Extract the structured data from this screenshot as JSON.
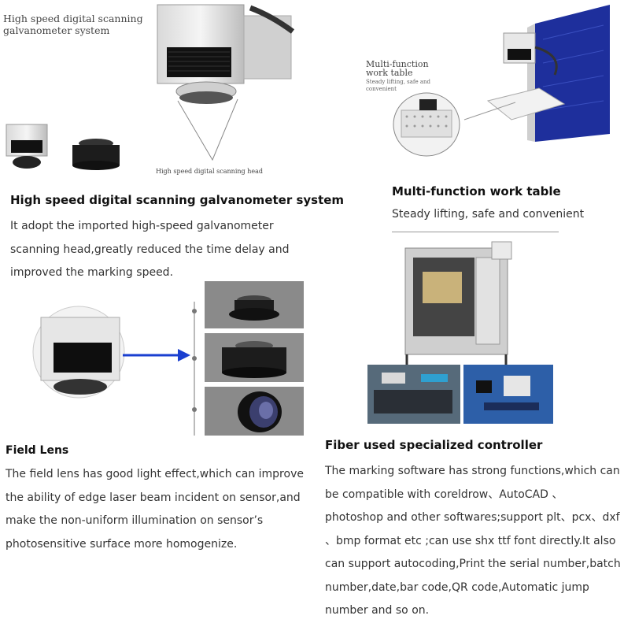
{
  "section1": {
    "image_caption_top": "High speed digital scanning galvanometer system",
    "image_caption_bottom": "High speed digital scanning head",
    "title": "High speed digital scanning galvanometer system",
    "lines": [
      "It adopt the imported high-speed galvanometer",
      "scanning head,greatly reduced the time delay and",
      "improved the marking speed."
    ]
  },
  "section2": {
    "image_caption_title_line1": "Multi-function",
    "image_caption_title_line2": "work table",
    "image_caption_sub_line1": "Steady lifting, safe and",
    "image_caption_sub_line2": "convenient",
    "title": "Multi-function  work table",
    "subtitle": "Steady lifting, safe and convenient"
  },
  "section3": {
    "title": "Field Lens",
    "lines": [
      "The field lens has good light effect,which can improve",
      "the ability of edge laser beam  incident on sensor,and",
      "make the non-uniform illumination on sensor’s",
      "photosensitive surface more homogenize."
    ]
  },
  "section4": {
    "title": "Fiber used specialized controller",
    "lines": [
      "The marking software has strong functions,which can",
      "be compatible with coreldrow、AutoCAD 、",
      "photoshop and other softwares;support plt、pcx、dxf",
      "、bmp format etc ;can use shx ttf font directly.It also",
      "can support  autocoding,Print the serial number,batch",
      "number,date,bar code,QR code,Automatic jump",
      "number and so on."
    ]
  },
  "colors": {
    "arrow": "#1a3fd0",
    "cabinet_blue": "#1e2f9c",
    "pcb_blue": "#2d5fa8",
    "lens_dark": "#1c1c1c"
  }
}
